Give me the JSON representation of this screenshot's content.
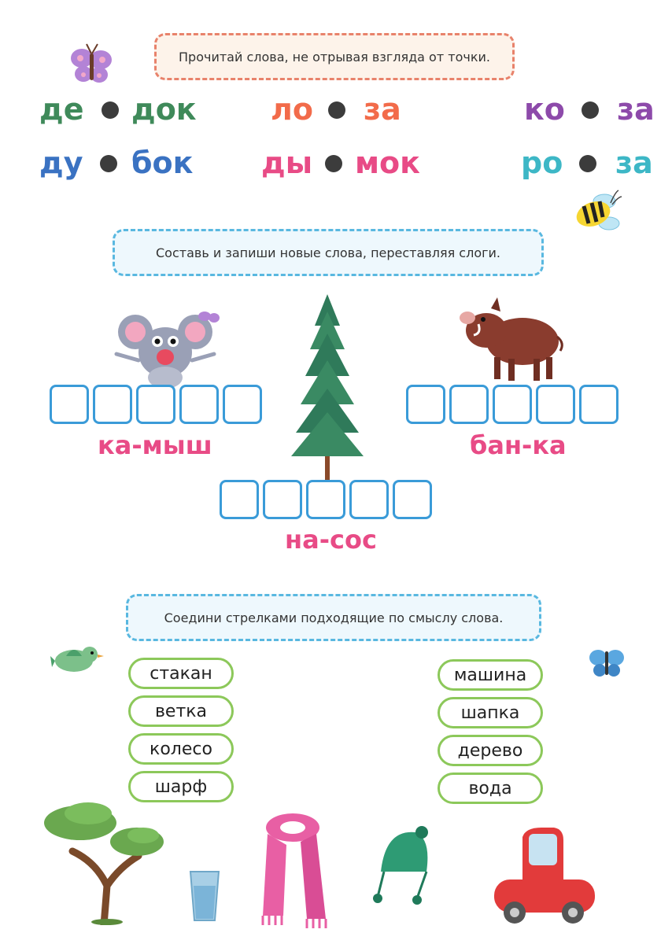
{
  "instructions": {
    "read": "Прочитай слова, не отрывая взгляда от точки.",
    "compose": "Составь и запиши новые слова, переставляя слоги.",
    "connect": "Соедини стрелками подходящие по смыслу слова."
  },
  "syllable_pairs": [
    {
      "left": "де",
      "right": "док",
      "left_color": "#3f8a5a",
      "right_color": "#3f8a5a"
    },
    {
      "left": "ло",
      "right": "за",
      "left_color": "#f26b4a",
      "right_color": "#f26b4a"
    },
    {
      "left": "ко",
      "right": "за",
      "left_color": "#8d4aaa",
      "right_color": "#8d4aaa"
    },
    {
      "left": "ду",
      "right": "бок",
      "left_color": "#3a72c2",
      "right_color": "#3a72c2"
    },
    {
      "left": "ды",
      "right": "мок",
      "left_color": "#e84b86",
      "right_color": "#e84b86"
    },
    {
      "left": "ро",
      "right": "за",
      "left_color": "#3db7c6",
      "right_color": "#3db7c6"
    }
  ],
  "compose_words": {
    "word1": "ка-мыш",
    "word2": "бан-ка",
    "word3": "на-сос"
  },
  "left_words": [
    "стакан",
    "ветка",
    "колесо",
    "шарф"
  ],
  "right_words": [
    "машина",
    "шапка",
    "дерево",
    "вода"
  ],
  "colors": {
    "box_border": "#3a9bd8",
    "pill_border": "#8cc85a",
    "word_pink": "#e84b86"
  }
}
